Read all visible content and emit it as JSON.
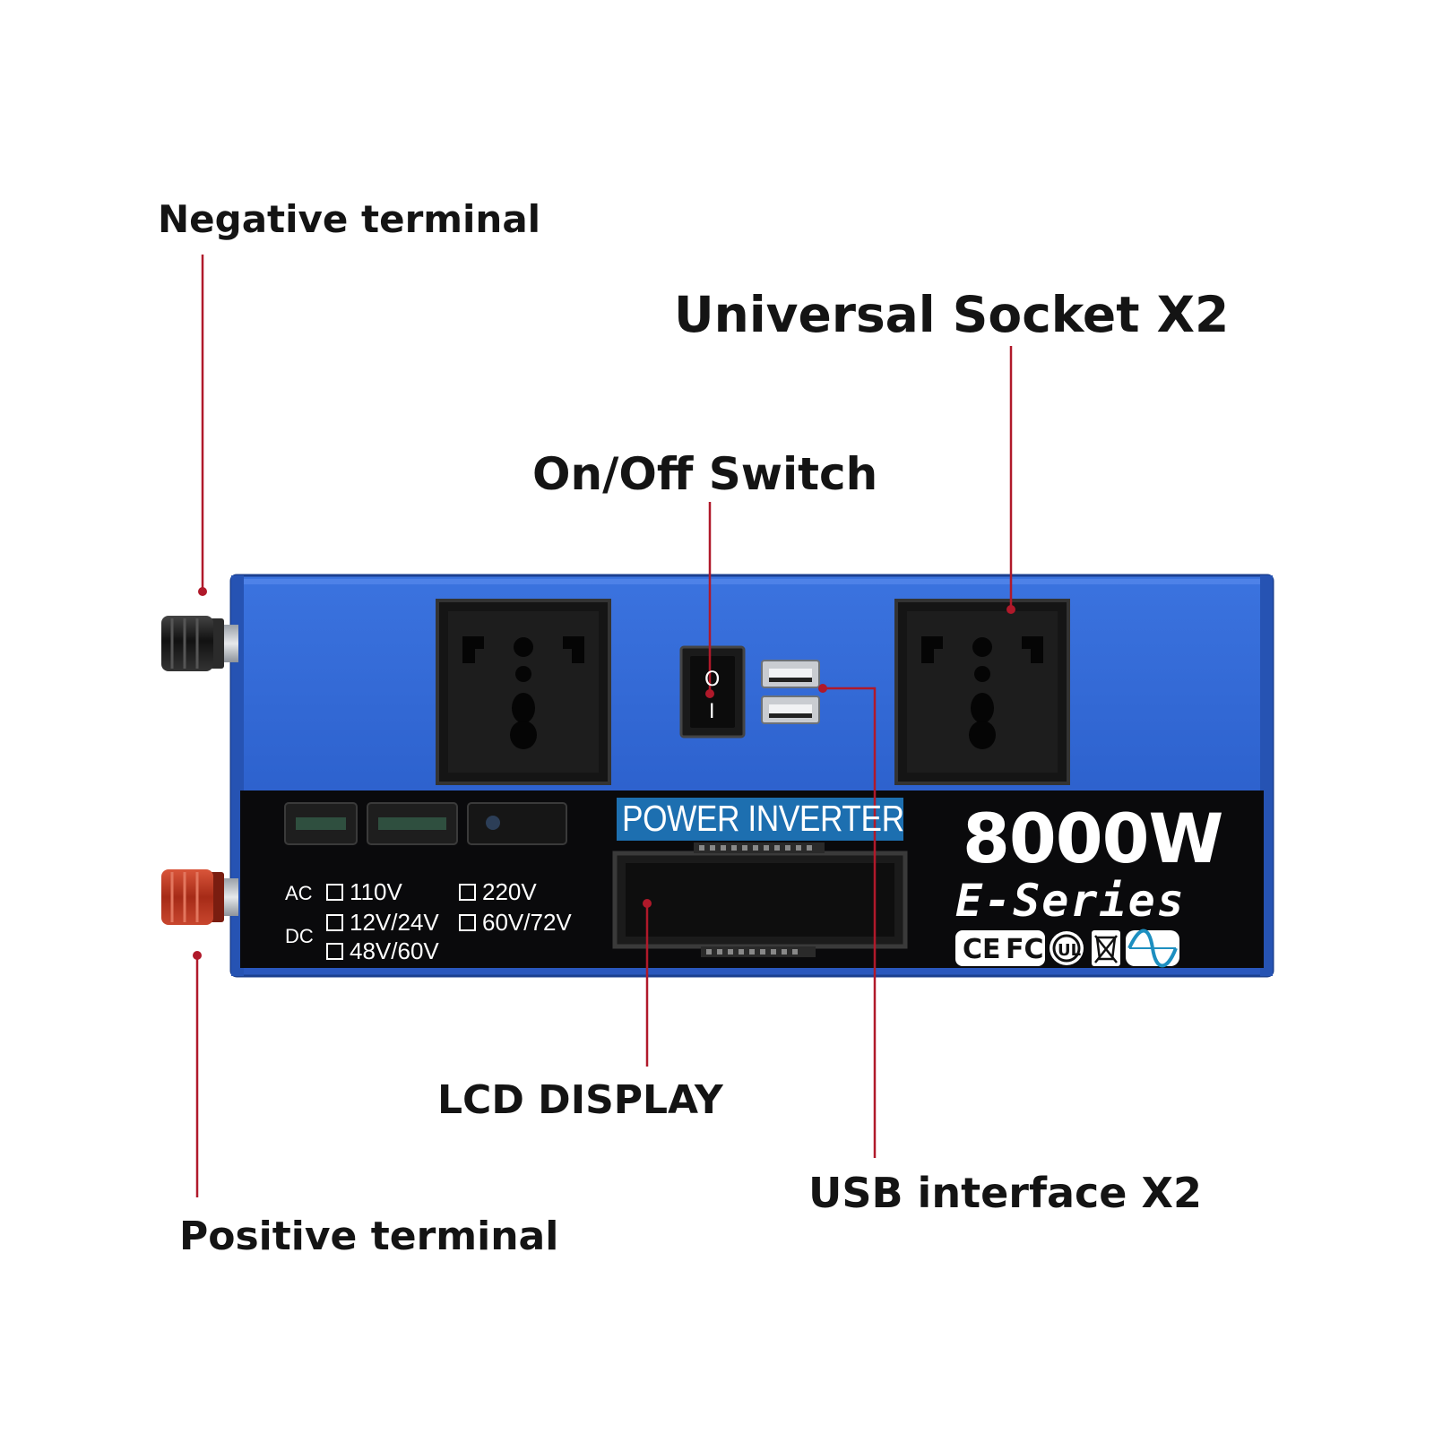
{
  "callouts": {
    "negative_terminal": "Negative terminal",
    "universal_socket": "Universal Socket X2",
    "on_off_switch": "On/Off Switch",
    "lcd_display": "LCD DISPLAY",
    "usb_interface": "USB interface X2",
    "positive_terminal": "Positive terminal"
  },
  "device": {
    "brand_label": "POWER INVERTER",
    "wattage": "8000W",
    "series": "E-Series",
    "ac_label": "AC",
    "dc_label": "DC",
    "ac_options": [
      "110V",
      "220V"
    ],
    "dc_options": [
      "12V/24V",
      "60V/72V",
      "48V/60V"
    ],
    "switch_on_symbol": "O",
    "switch_off_symbol": "I",
    "cert_marks": [
      "CE",
      "FC",
      "UL",
      "WEEE",
      "pure-sine-wave"
    ]
  },
  "colors": {
    "body_blue": "#2f67d6",
    "panel_black": "#0a0a0c",
    "leader_red": "#b0192a",
    "negative_cap": "#1a1a1a",
    "positive_cap": "#b1341f",
    "lcd_frame": "#3a3a3a",
    "brand_bg": "#1d6fb0"
  },
  "icons": [
    "negative-terminal-icon",
    "positive-terminal-icon",
    "socket-icon",
    "usb-port-icon",
    "rocker-switch-icon",
    "sine-wave-icon",
    "ul-mark-icon",
    "weee-bin-icon",
    "ce-mark-icon",
    "fcc-mark-icon"
  ]
}
